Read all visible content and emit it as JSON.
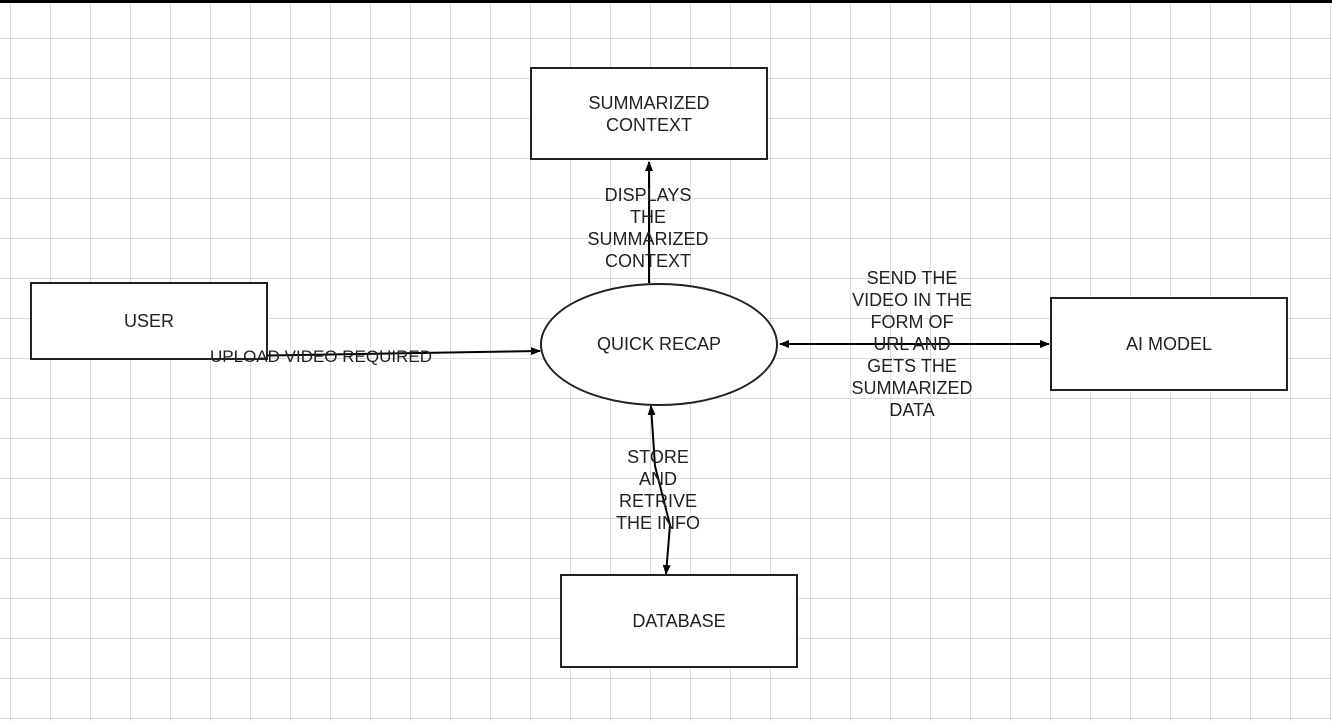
{
  "nodes": {
    "summarized_context": "SUMMARIZED\nCONTEXT",
    "user": "USER",
    "quick_recap": "QUICK RECAP",
    "ai_model": "AI MODEL",
    "database": "DATABASE"
  },
  "edges": {
    "upload": "UPLOAD VIDEO REQUIRED",
    "displays": "DISPLAYS\nTHE\nSUMMARIZED\nCONTEXT",
    "send": "SEND THE\nVIDEO IN THE\nFORM OF\nURL AND\nGETS THE\nSUMMARIZED\nDATA",
    "store": "STORE\nAND\nRETRIVE\nTHE INFO"
  }
}
